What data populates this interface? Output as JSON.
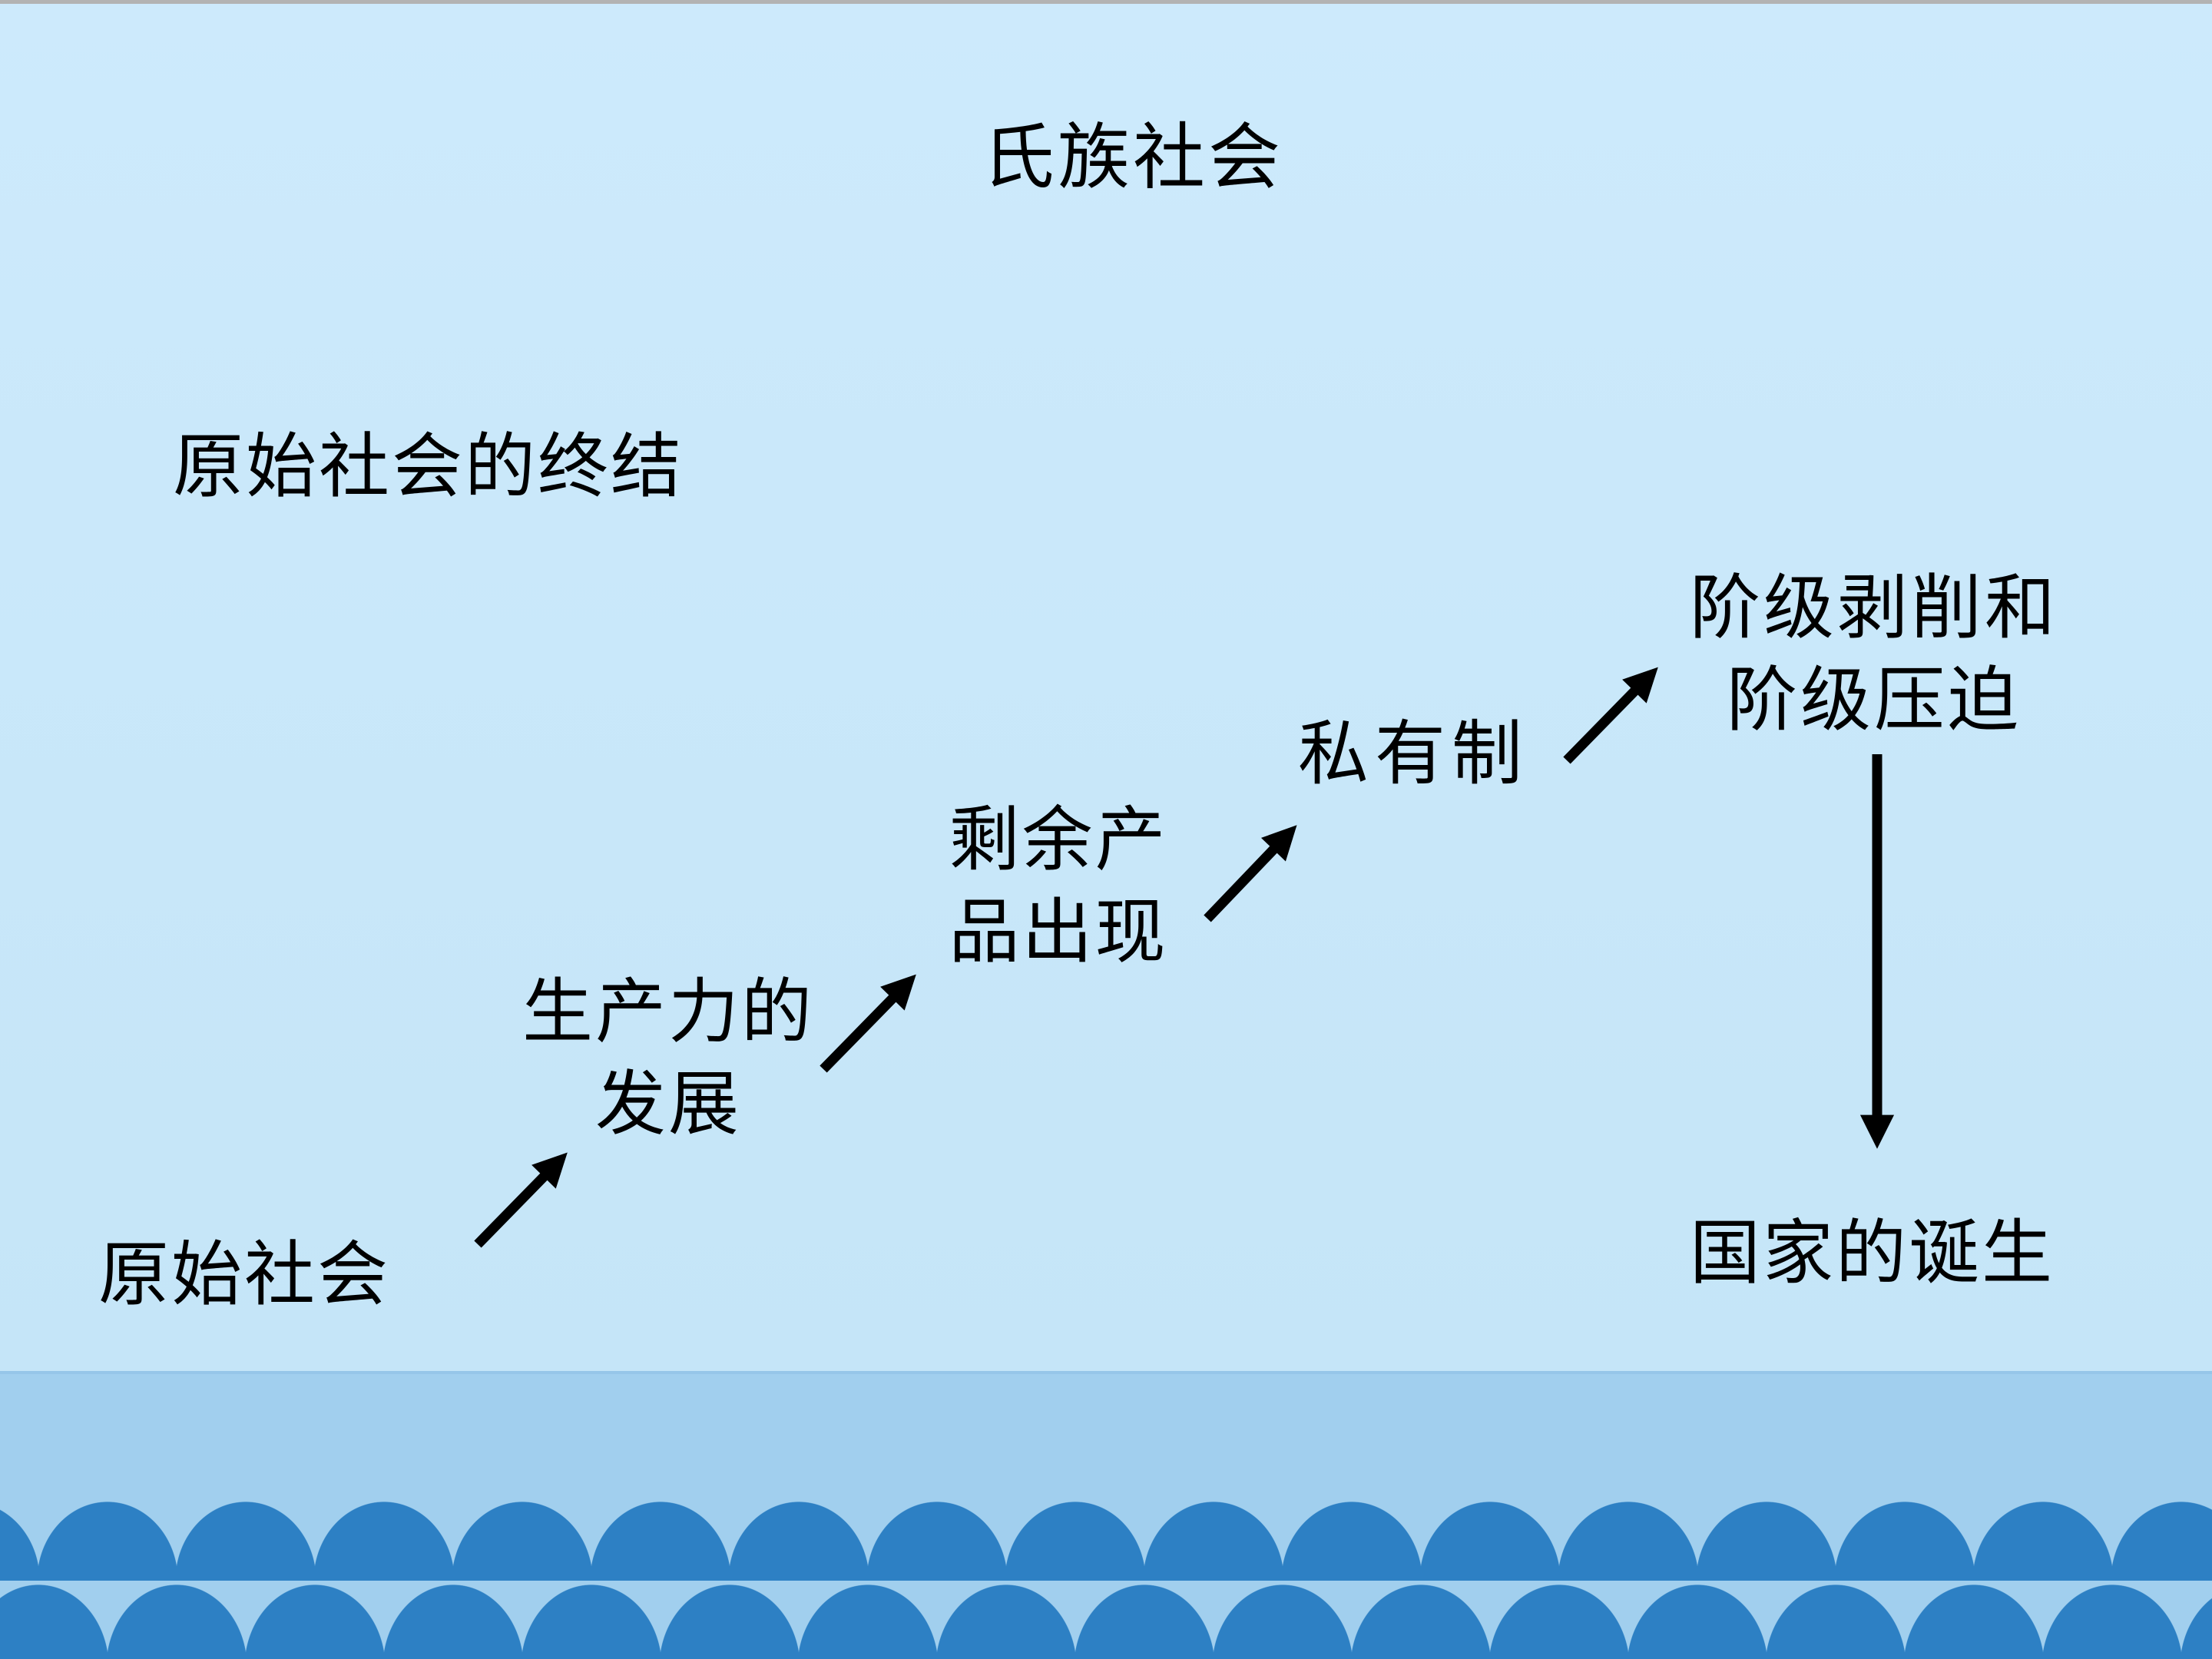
{
  "slide": {
    "title": "氏族社会",
    "subtitle": "原始社会的终结",
    "steps": [
      {
        "id": "primitive-society",
        "line1": "原始社会"
      },
      {
        "id": "productivity-development",
        "line1": "生产力的",
        "line2": "发展"
      },
      {
        "id": "surplus-products-appear",
        "line1": "剩余产",
        "line2": "品出现"
      },
      {
        "id": "private-ownership",
        "line1": "私有制"
      },
      {
        "id": "class-exploitation-oppression",
        "line1": "阶级剥削和",
        "line2": "阶级压迫"
      },
      {
        "id": "birth-of-the-state",
        "line1": "国家的诞生"
      }
    ],
    "arrows": [
      {
        "from": "primitive-society",
        "to": "productivity-development",
        "direction": "up-right"
      },
      {
        "from": "productivity-development",
        "to": "surplus-products-appear",
        "direction": "up-right"
      },
      {
        "from": "surplus-products-appear",
        "to": "private-ownership",
        "direction": "up-right"
      },
      {
        "from": "private-ownership",
        "to": "class-exploitation-oppression",
        "direction": "up-right"
      },
      {
        "from": "class-exploitation-oppression",
        "to": "birth-of-the-state",
        "direction": "down"
      }
    ],
    "colors": {
      "background": "#c8e7f9",
      "wave_band": "#a1cfee",
      "wave_scallop": "#2d80c4",
      "text": "#000000",
      "top_strip": "#b3b3b3",
      "arrow": "#000000"
    }
  }
}
